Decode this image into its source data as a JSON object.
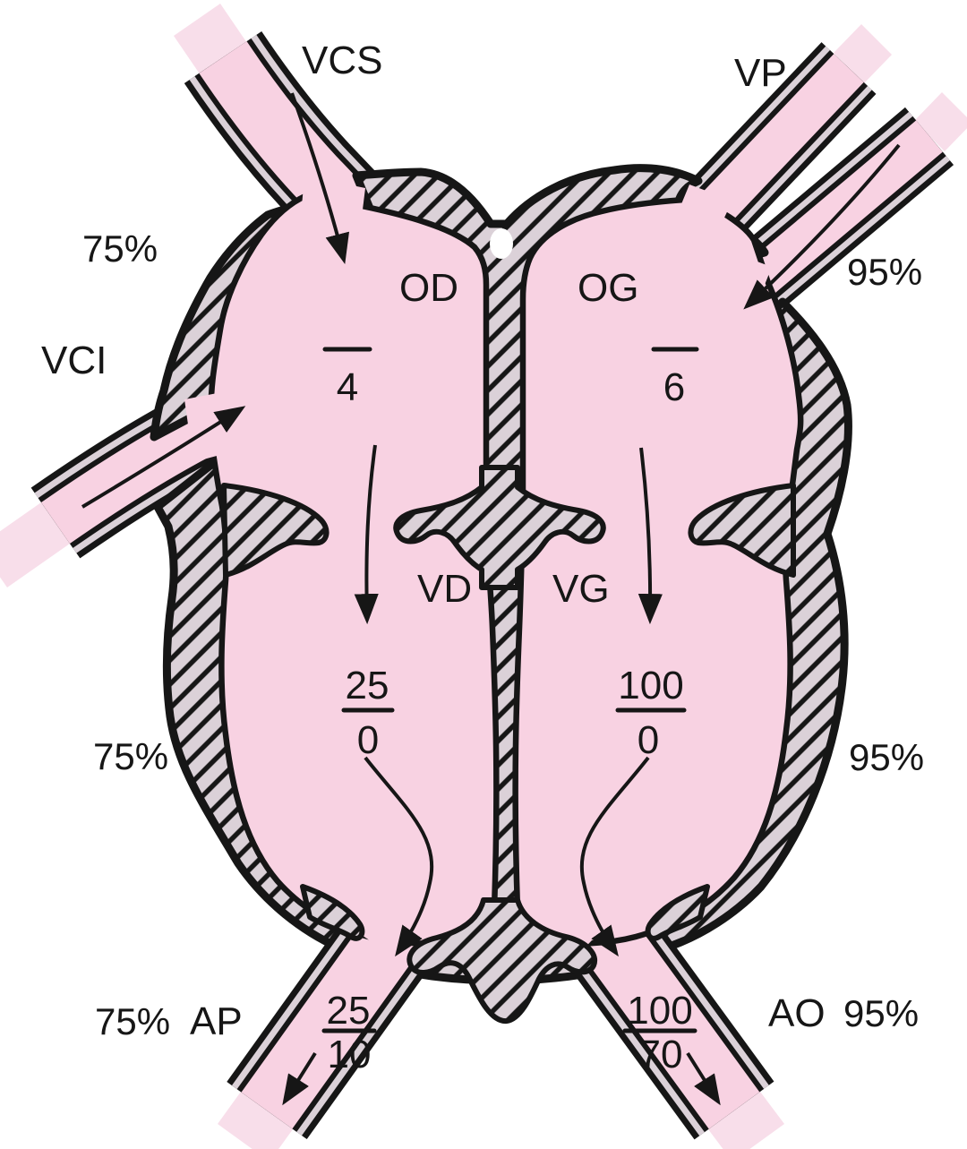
{
  "figure": {
    "description": "Cardiac chamber pressures and oxygen saturations schematic (French labels)",
    "background": "#ffffff",
    "colors": {
      "chamber_fill": "#f8d2e2",
      "wall_fill": "#dbd1d8",
      "pale_fill": "#f8deea",
      "line": "#161616"
    },
    "chambers": {
      "od": {
        "label": "OD",
        "mean_pressure": "4"
      },
      "og": {
        "label": "OG",
        "mean_pressure": "6"
      },
      "vd": {
        "label": "VD",
        "systolic": "25",
        "diastolic": "0"
      },
      "vg": {
        "label": "VG",
        "systolic": "100",
        "diastolic": "0"
      }
    },
    "vessels": {
      "vcs": {
        "label": "VCS"
      },
      "vci": {
        "label": "VCI"
      },
      "vp": {
        "label": "VP"
      },
      "ap": {
        "label": "AP",
        "systolic": "25",
        "diastolic": "10"
      },
      "ao": {
        "label": "AO",
        "systolic": "100",
        "diastolic": "70"
      }
    },
    "saturations": {
      "upper_left": "75%",
      "mid_left": "75%",
      "ap": "75%",
      "upper_right": "95%",
      "mid_right": "95%",
      "ao": "95%"
    }
  }
}
